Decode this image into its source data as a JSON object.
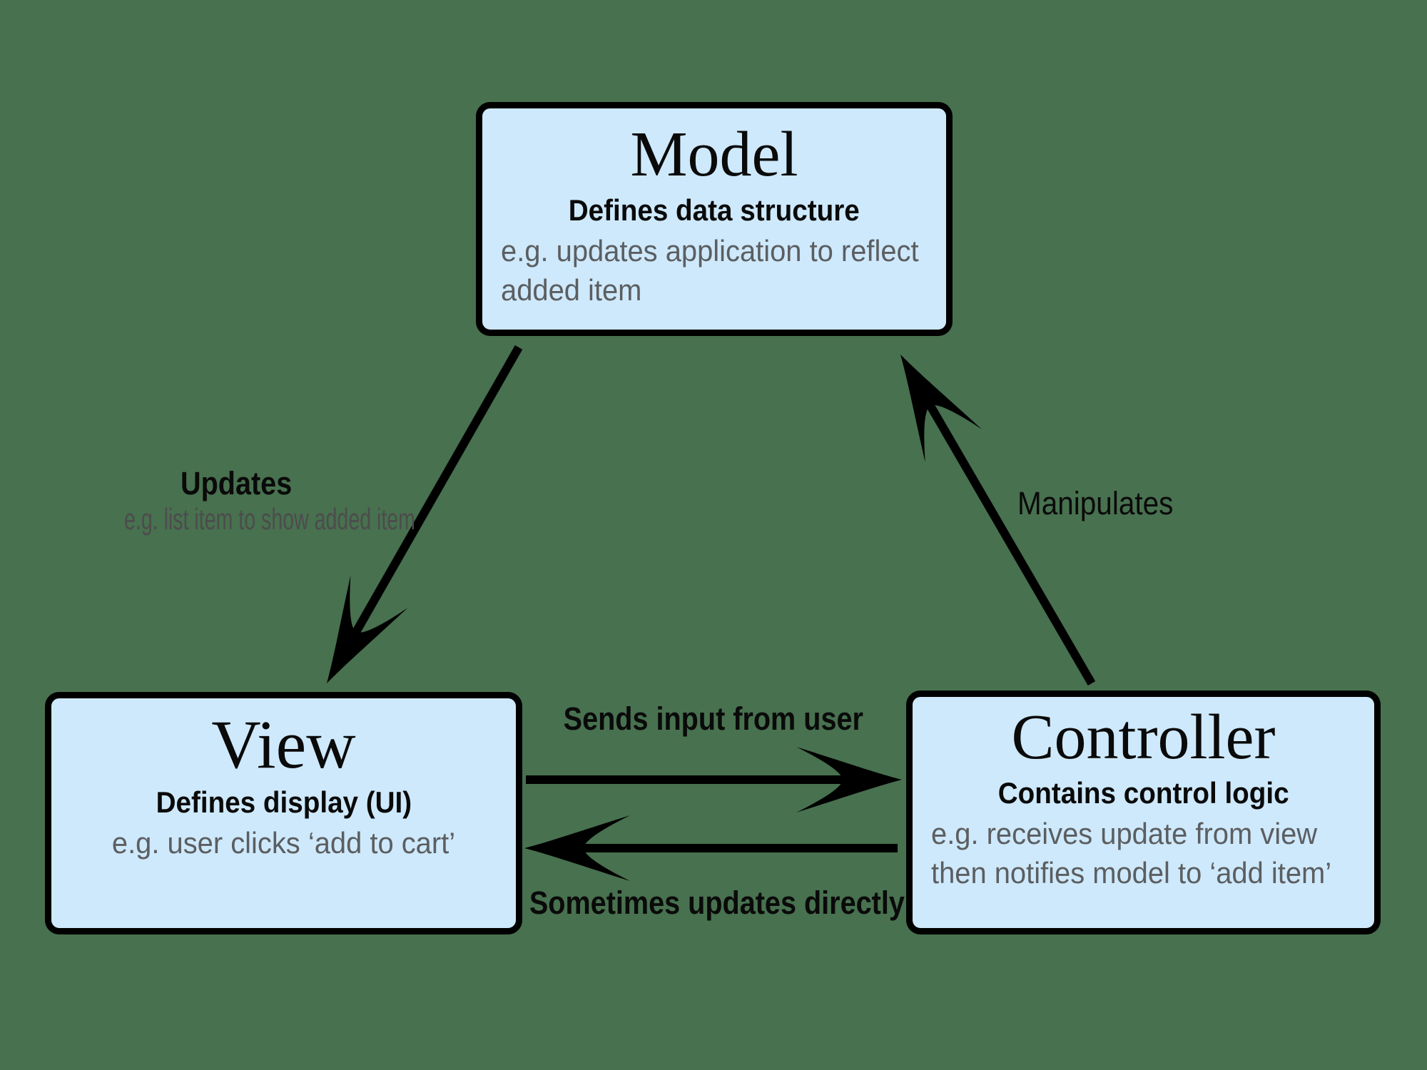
{
  "diagram_title": "Model-View-Controller diagram",
  "colors": {
    "background": "#48714F",
    "node_fill": "#CEE9FB",
    "node_border": "#000000",
    "text_primary": "#0a0a0a",
    "text_muted": "#5b5e61",
    "sublabel_muted": "#4c4c4c"
  },
  "nodes": {
    "model": {
      "title": "Model",
      "subtitle": "Defines data structure",
      "example": "e.g. updates application to reflect added item"
    },
    "view": {
      "title": "View",
      "subtitle": "Defines display (UI)",
      "example": "e.g. user clicks ‘add to cart’"
    },
    "controller": {
      "title": "Controller",
      "subtitle": "Contains control logic",
      "example": "e.g. receives update from view then notifies model to ‘add item’"
    }
  },
  "edges": {
    "model_to_view": {
      "label": "Updates",
      "sublabel": "e.g. list item to show added item"
    },
    "controller_to_model": {
      "label": "Manipulates"
    },
    "view_to_controller": {
      "label": "Sends input from user"
    },
    "controller_to_view": {
      "label": "Sometimes updates directly"
    }
  }
}
